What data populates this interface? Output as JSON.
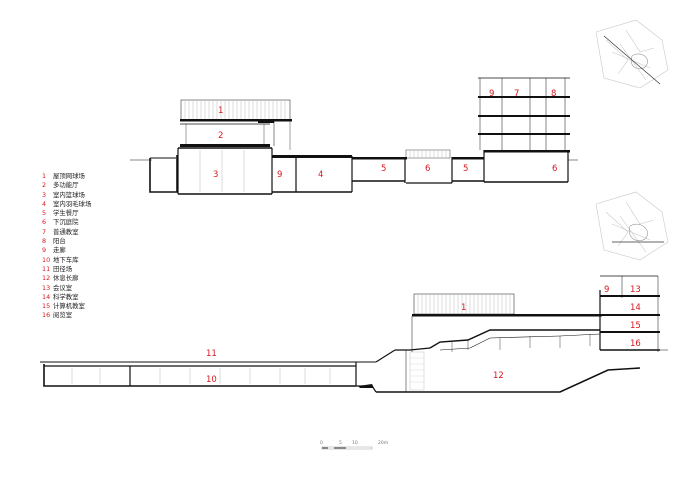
{
  "legend": [
    {
      "num": "1",
      "name": "屋顶网球场"
    },
    {
      "num": "2",
      "name": "多功能厅"
    },
    {
      "num": "3",
      "name": "室内篮球场"
    },
    {
      "num": "4",
      "name": "室内羽毛球场"
    },
    {
      "num": "5",
      "name": "学生餐厅"
    },
    {
      "num": "6",
      "name": "下沉庭院"
    },
    {
      "num": "7",
      "name": "普通教室"
    },
    {
      "num": "8",
      "name": "阳台"
    },
    {
      "num": "9",
      "name": "走廊"
    },
    {
      "num": "10",
      "name": "地下车库"
    },
    {
      "num": "11",
      "name": "田径场"
    },
    {
      "num": "12",
      "name": "休息长廊"
    },
    {
      "num": "13",
      "name": "会议室"
    },
    {
      "num": "14",
      "name": "科学教室"
    },
    {
      "num": "15",
      "name": "计算机教室"
    },
    {
      "num": "16",
      "name": "阅览室"
    }
  ],
  "section_top_labels": [
    "1",
    "2",
    "3",
    "9",
    "4",
    "5",
    "6",
    "5",
    "6",
    "9",
    "7",
    "8"
  ],
  "section_bottom_labels": [
    "11",
    "10",
    "1",
    "12",
    "9",
    "13",
    "14",
    "15",
    "16"
  ],
  "scale_bar": {
    "ticks": [
      "0",
      "5",
      "10",
      "20m"
    ]
  },
  "colors": {
    "label": "#d8171e",
    "line": "#111111",
    "thin": "#888888"
  }
}
